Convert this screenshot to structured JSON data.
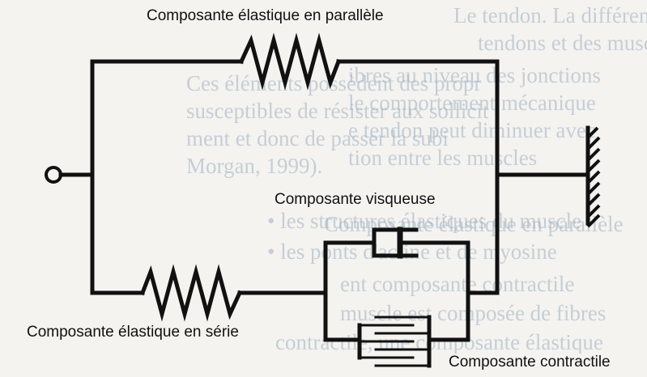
{
  "labels": {
    "parallel_elastic": "Composante élastique en parallèle",
    "viscous": "Composante visqueuse",
    "series_elastic": "Composante élastique en série",
    "contractile": "Composante contractile"
  },
  "background_text": [
    "Le tendon. La différence",
    "tendons et des muscles. Les",
    "ibres au niveau des jonctions",
    "le comportement mécanique",
    "e tendon peut diminuer avec",
    "tion entre les muscles",
    "Ces éléments possèdent des propr",
    "susceptibles de résister aux sollicit",
    "ment et donc de passer la subi",
    "Morgan, 1999).",
    "Composante élastique en parallèle",
    "• les structures élastiques du muscle",
    "• les ponts d'actine et de myosine",
    "ent composante contractile",
    "muscle est composée de fibres",
    "contractile, une composante élastique"
  ],
  "colors": {
    "line": "#111111",
    "background": "#f4f3f0",
    "background_text": "#9fb1c0"
  }
}
